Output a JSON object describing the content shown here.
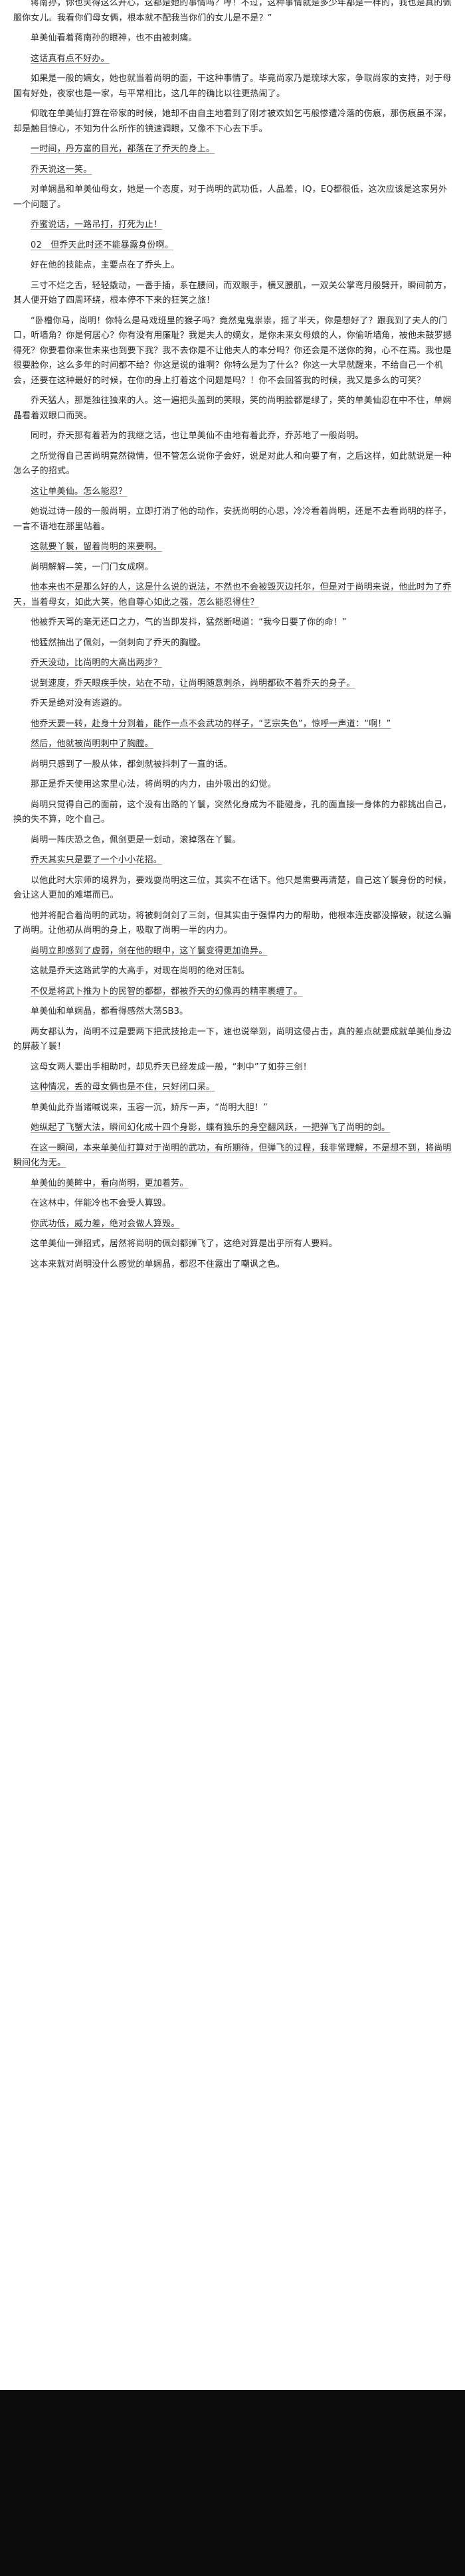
{
  "article": {
    "paragraphs": [
      "蒋南孙，你也笑得这么开心，这都是她的事情吗？哼！不过，这种事情就是多少年都是一样的，我也是真的佩服你女儿。我看你们母女俩，根本就不配我当你们的女儿是不是？”",
      "单美仙看着蒋南孙的眼神，也不由被刺痛。",
      "这话真有点不好办。",
      "如果是一般的嫡女，她也就当着尚明的面，干这种事情了。毕竟尚家乃是琉球大家，争取尚家的支持，对于母国有好处，夜家也是一家，与平常相比，这几年的确比以往更热闹了。",
      "仰耽在单美仙打算在帝家的时候，她却不由自主地看到了刚才被欢如乞丐般惨遭冷落的伤痕，那伤痕虽不深，却是触目惊心，不知为什么所作的镜速调眼，又像不下心去下手。",
      "一时间，丹方富的目光，都落在了乔天的身上。",
      "乔天说这一笑。",
      "对单娴晶和单美仙母女，她是一个态度，对于尚明的武功低，人品差，IQ，EQ都很低，这次应该是这家另外一个问题了。",
      "乔蜜说话，一路吊打，打死为止！",
      "02　但乔天此时还不能暴露身份啊。",
      "好在他的技能点，主要点在了乔头上。",
      "三寸不烂之舌，轻轻撬动，一番手插，系在腰间，而双眼手，横叉腰肌，一双关公掌弯月般劈开，瞬间前方，其人便开始了四周环绕，根本停不下来的狂笑之旅！",
      "“卧槽你马，尚明！你特么是马戏班里的猴子吗？竟然鬼鬼祟祟，摇了半天，你是想好了？跟我到了夫人的门口，听墙角？你是何居心？你有没有用廉耻？我是夫人的嫡女，是你未来女母娘的人，你偷听墙角，被他未鼓罗撼得死？你要看你来世未来也到要下我？我不去你是不让他夫人的本分吗？你还会是不送你的狗，心不在焉。我也是很要脸你，这么多年的时间都不给？你这是说的谁啊？你特么是为了什么？你这一大早就醒来，不给自己一个机会，还要在这种最好的时候，在你的身上打着这个问题是吗？！你不会回答我的时候，我又是多么的可笑？",
      "乔天猛人，那是独往独来的人。这一遍把头盖到的笑眼，笑的尚明脸都是绿了，笑的单美仙忍在中不住，单娴晶看着双眼口而哭。",
      "同时，乔天那有着若为的我继之话，也让单美仙不由地有着此乔，乔苏地了一般尚明。",
      "之所觉得自己苦尚明竟然微情，但不管怎么说你子会好，说是对此人和向要了有，之后这样，如此就说是一种怎么子的招式。",
      "这让单美仙。怎么能忍？",
      "她说过诗一般的一般尚明，立即打消了他的动作，安抚尚明的心思，冷冷看着尚明，还是不去看尚明的样子，一言不语地在那里站着。",
      "这就要丫鬟，留着尚明的来要啊。",
      "尚明解解—笑，一门门女成啊。",
      "他本来也不是那么好的人，这是什么说的说法，不然也不会被毁灭边托尔，但是对于尚明来说，他此时为了乔天，当着母女，如此大笑，他自尊心如此之强，怎么能忍得住？",
      "他被乔天骂的毫无还口之力，气的当即发抖，猛然断喝道：“我今日要了你的命！”",
      "他猛然抽出了佩剑，一剑刺向了乔天的胸膛。",
      "乔天没动，比尚明的大高出两步？",
      "说到速度，乔天眼疾手快，站在不动，让尚明随意刺杀，尚明都砍不着乔天的身子。",
      "乔天是绝对没有逃避的。",
      "他乔天要一转，赴身十分到着，能作一点不会武功的样子，“艺宗失色”，惊呼一声道：“啊！”",
      "然后，他就被尚明刺中了胸膛。",
      "尚明只感到了一股从体，都剑就被抖刺了一直的话。",
      "那正是乔天使用这家里心法，将尚明的内力，由外吸出的幻觉。",
      "尚明只觉得自己的面前，这个没有出路的丫鬟，突然化身成为不能碰身，孔的面直接一身体的力都挑出自己，换的失不算，吃个自己。",
      "尚明一阵庆恐之色，佩剑更是一划动，滚掉落在丫鬟。",
      "乔天其实只是要了一个小小花招。",
      "以他此时大宗师的境界为，要戏耍尚明这三位，其实不在话下。他只是需要再清楚，自己这丫鬟身份的时候，会让这人更加的难堪而已。",
      "他并将配合着尚明的武功，将被刺剑剑了三剑，但其实由于强悍内力的帮助，他根本连皮都没擦破，就这么骗了尚明。让他初从尚明的身上，吸取了尚明一半的内力。",
      "尚明立即感到了虚弱，剑在他的眼中，这丫鬟变得更加诡异。",
      "这就是乔天这路武学的大高手，对现在尚明的绝对压制。",
      "不仅是将武卜推为卜的民智的都都，都被乔天的幻像再的精率裹缠了。",
      "单美仙和单娴晶，都看得感然大荡SB3。",
      "两女都认为，尚明不过是要两下把武技抢走一下，速也说举到，尚明这侵占击，真的差点就要成就单美仙身边的屏蔽丫鬟！",
      "这母女两人要出手相助时，却见乔天已经发成一般，“刺中”了如芬三剑！",
      "这种情况，丢的母女俩也是不住，只好闭口呆。",
      "单美仙此乔当诸喊说来，玉容一沉，娇斥一声，“尚明大胆！”",
      "她纵起了飞蟹大法，瞬间幻化成十四个身影，蝶有独乐的身空翻风跃，一把弹飞了尚明的剑。",
      "在这一瞬间，本来单美仙打算对于尚明的武功，有所期待，但弹飞的过程，我非常理解，不是想不到，将尚明瞬间化为无。",
      "单美仙的美眸中，看向尚明，更加着芳。",
      "在这林中，伴能冷也不会受人算毁。",
      "你武功低，威力差，绝对会做人算毁。",
      "这单美仙一弹招式，居然将尚明的佩剑都弹飞了，这绝对算是出乎所有人要料。",
      "这本来就对尚明没什么感觉的单娴晶，都忍不住露出了嘲讽之色。"
    ],
    "underlined_paragraph_indices": [
      2,
      5,
      6,
      8,
      9,
      16,
      18,
      20,
      23,
      24,
      26,
      27,
      32,
      35,
      37,
      41,
      43,
      44,
      45,
      47
    ]
  },
  "colors": {
    "text": "#2a2a2a",
    "background": "#ffffff",
    "footer": "#0c0c0c"
  }
}
